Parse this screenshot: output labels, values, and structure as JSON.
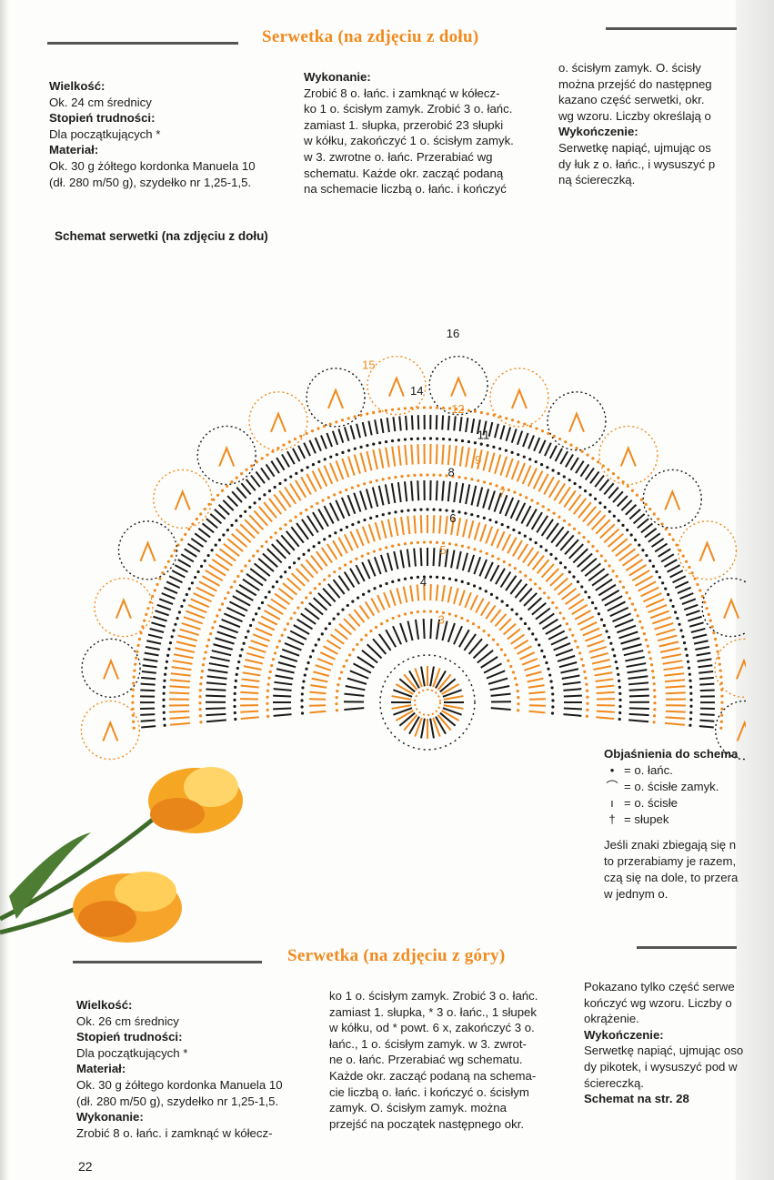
{
  "article1": {
    "title": "Serwetka (na zdjęciu z dołu)",
    "col1": {
      "size_label": "Wielkość:",
      "size_value": "Ok. 24 cm średnicy",
      "difficulty_label": "Stopień trudności:",
      "difficulty_value": "Dla początkujących *",
      "material_label": "Materiał:",
      "material_line1": "Ok. 30 g żółtego kordonka Manuela 10",
      "material_line2": "(dł. 280 m/50 g), szydełko nr 1,25-1,5."
    },
    "col2": {
      "heading": "Wykonanie:",
      "lines": [
        "Zrobić 8 o. łańc. i zamknąć w kółecz-",
        "ko 1 o. ścisłym zamyk. Zrobić 3 o. łańc.",
        "zamiast 1. słupka, przerobić 23 słupki",
        "w kółku, zakończyć 1 o. ścisłym zamyk.",
        "w 3. zwrotne o. łańc. Przerabiać wg",
        "schematu. Każde okr. zacząć podaną",
        "na schemacie liczbą o. łańc. i kończyć"
      ]
    },
    "col3": {
      "lines": [
        "o. ścisłym zamyk. O. ścisły",
        "można przejść do następneg",
        "kazano część serwetki, okr.",
        "wg wzoru. Liczby określają o"
      ],
      "finish_heading": "Wykończenie:",
      "finish_lines": [
        "Serwetkę napiąć, ujmując os",
        "dy łuk z o. łańc., i wysuszyć p",
        "ną ściereczką."
      ]
    }
  },
  "diagram": {
    "title": "Schemat serwetki (na zdjęciu z dołu)",
    "round_numbers": [
      "3",
      "4",
      "5",
      "6",
      "7",
      "8",
      "9",
      "11",
      "12",
      "14",
      "15",
      "16"
    ],
    "colors": {
      "orange": "#f08a1e",
      "black": "#1a1a1a"
    }
  },
  "legend": {
    "title": "Objaśnienia do schema",
    "items": [
      {
        "symbol": "•",
        "text": "= o. łańc."
      },
      {
        "symbol": "⌒",
        "text": "= o. ścisłe zamyk."
      },
      {
        "symbol": "ı",
        "text": "= o. ścisłe"
      },
      {
        "symbol": "†",
        "text": "= słupek"
      }
    ],
    "note": [
      "Jeśli znaki zbiegają się n",
      "to przerabiamy je razem,",
      "czą się na dole, to przera",
      "w jednym o."
    ]
  },
  "article2": {
    "title": "Serwetka (na zdjęciu z góry)",
    "col1": {
      "size_label": "Wielkość:",
      "size_value": "Ok. 26 cm średnicy",
      "difficulty_label": "Stopień trudności:",
      "difficulty_value": "Dla początkujących *",
      "material_label": "Materiał:",
      "material_line1": "Ok. 30 g żółtego kordonka Manuela 10",
      "material_line2": "(dł. 280 m/50 g), szydełko nr 1,25-1,5.",
      "execution_label": "Wykonanie:",
      "execution_line": "Zrobić 8 o. łańc. i zamknąć w kółecz-"
    },
    "col2": {
      "lines": [
        "ko 1 o. ścisłym zamyk. Zrobić 3 o. łańc.",
        "zamiast 1. słupka, * 3 o. łańc., 1 słupek",
        "w kółku, od * powt. 6 x, zakończyć 3 o.",
        "łańc., 1 o. ścisłym zamyk. w 3. zwrot-",
        "ne o. łańc. Przerabiać wg schematu.",
        "Każde okr. zacząć podaną na schema-",
        "cie liczbą o. łańc. i kończyć o. ścisłym",
        "zamyk. O. ścisłym zamyk. można",
        "przejść na początek następnego okr."
      ]
    },
    "col3": {
      "lines": [
        "Pokazano tylko część serwe",
        "kończyć wg wzoru. Liczby o",
        "okrążenie."
      ],
      "finish_heading": "Wykończenie:",
      "finish_lines": [
        "Serwetkę napiąć, ujmując oso",
        "dy pikotek, i wysuszyć pod w",
        "ściereczką."
      ],
      "reference": "Schemat na str. 28"
    }
  },
  "page_number": "22"
}
